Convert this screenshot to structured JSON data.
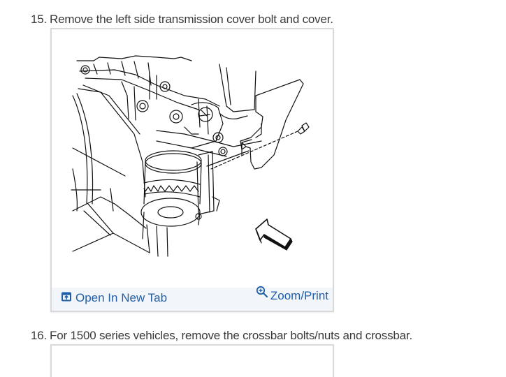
{
  "steps": [
    {
      "number": "15.",
      "text": "Remove the left side transmission cover bolt and cover.",
      "figure": {
        "alt": "Line drawing: left side transmission cover, bolt and cover with direction arrow",
        "open_tab_label": "Open In New Tab",
        "open_tab_icon": "open-in-new-tab-icon",
        "zoom_label": "Zoom/Print",
        "zoom_icon": "zoom-in-icon"
      }
    },
    {
      "number": "16.",
      "text": "For 1500 series vehicles, remove the crossbar bolts/nuts and crossbar."
    }
  ],
  "colors": {
    "link": "#1f5fa8",
    "footer_bg": "#f2f5f9",
    "border": "#d9d9d9",
    "text": "#3a3a3a"
  }
}
